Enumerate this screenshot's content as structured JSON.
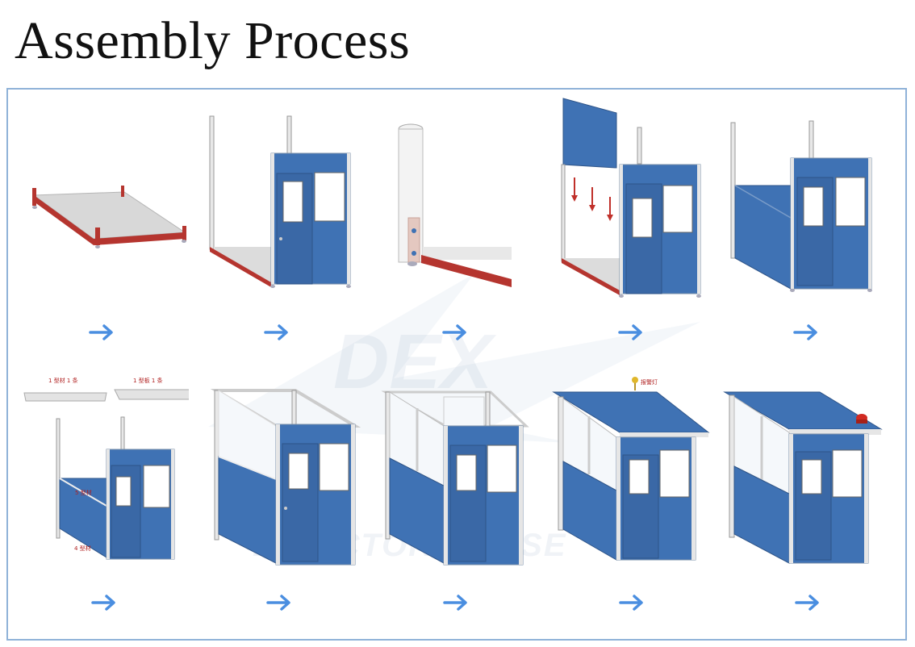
{
  "title": "Assembly Process",
  "watermark": {
    "brand": "DEX",
    "subtitle": "DIRECTOR HOUSE"
  },
  "step_labels": {
    "part1": "1 型材 1 条",
    "part2": "1 型板 1 条",
    "corner": "4 型材",
    "side": "5 型材",
    "beacon": "报警灯"
  },
  "colors": {
    "panel_blue": "#3f72b4",
    "base_red": "#b5352f",
    "frame_border": "#8fb2d8",
    "arrow_blue": "#4a8ee0"
  },
  "steps": [
    {
      "id": 1,
      "icon": "base-frame"
    },
    {
      "id": 2,
      "icon": "door-panel"
    },
    {
      "id": 3,
      "icon": "corner-post"
    },
    {
      "id": 4,
      "icon": "side-panel-drop"
    },
    {
      "id": 5,
      "icon": "wall-panel"
    },
    {
      "id": 6,
      "icon": "top-beam"
    },
    {
      "id": 7,
      "icon": "upper-frame"
    },
    {
      "id": 8,
      "icon": "windows"
    },
    {
      "id": 9,
      "icon": "roof"
    },
    {
      "id": 10,
      "icon": "beacon-light"
    }
  ]
}
